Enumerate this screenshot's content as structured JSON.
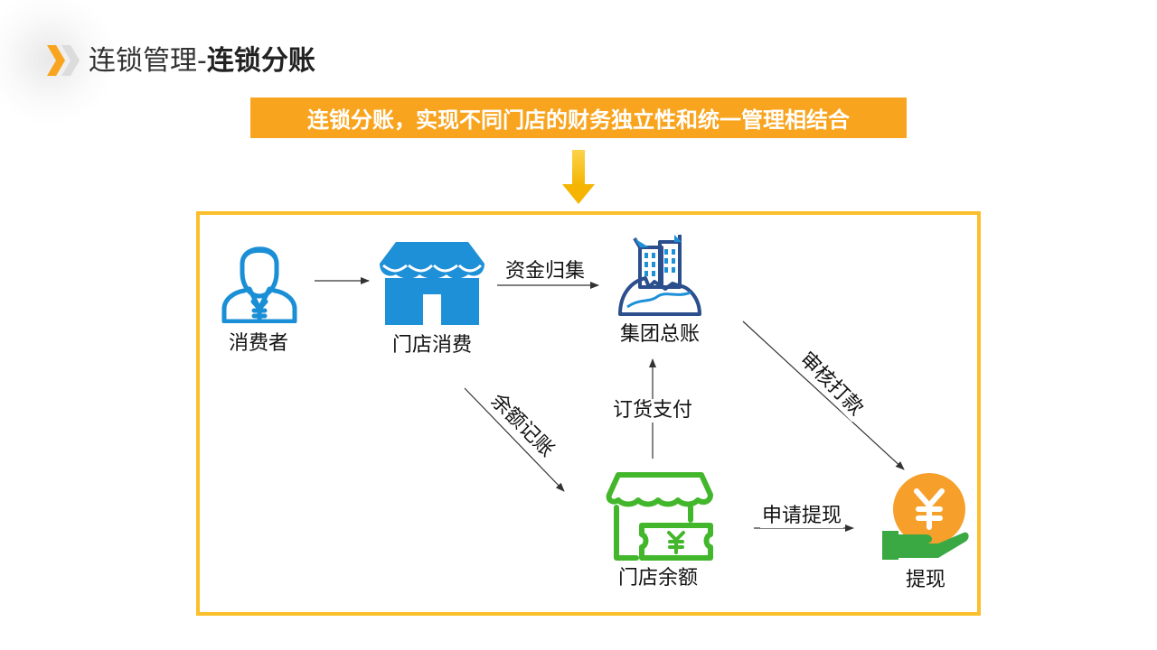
{
  "header": {
    "title_normal": "连锁管理-",
    "title_bold": "连锁分账"
  },
  "banner": {
    "text": "连锁分账，实现不同门店的财务独立性和统一管理相结合"
  },
  "colors": {
    "accent_orange": "#f9a41e",
    "frame_yellow": "#fbbf2b",
    "store_blue": "#1e90d8",
    "consumer_blue": "#1a8fd6",
    "group_navy": "#2b4f8c",
    "balance_green": "#43b72c",
    "coin_orange": "#f6a02b",
    "hand_green": "#3aa944"
  },
  "nodes": {
    "consumer": {
      "label": "消费者",
      "icon": "consumer-yuan-icon"
    },
    "store_consume": {
      "label": "门店消费",
      "icon": "storefront-icon"
    },
    "group_ledger": {
      "label": "集团总账",
      "icon": "city-buildings-icon"
    },
    "store_balance": {
      "label": "门店余额",
      "icon": "store-wallet-icon"
    },
    "withdraw": {
      "label": "提现",
      "icon": "hand-coin-icon"
    }
  },
  "edges": {
    "fund_collect": "资金归集",
    "balance_record": "余额记账",
    "order_pay": "订货支付",
    "audit_pay": "审核打款",
    "apply_withdraw": "申请提现"
  }
}
